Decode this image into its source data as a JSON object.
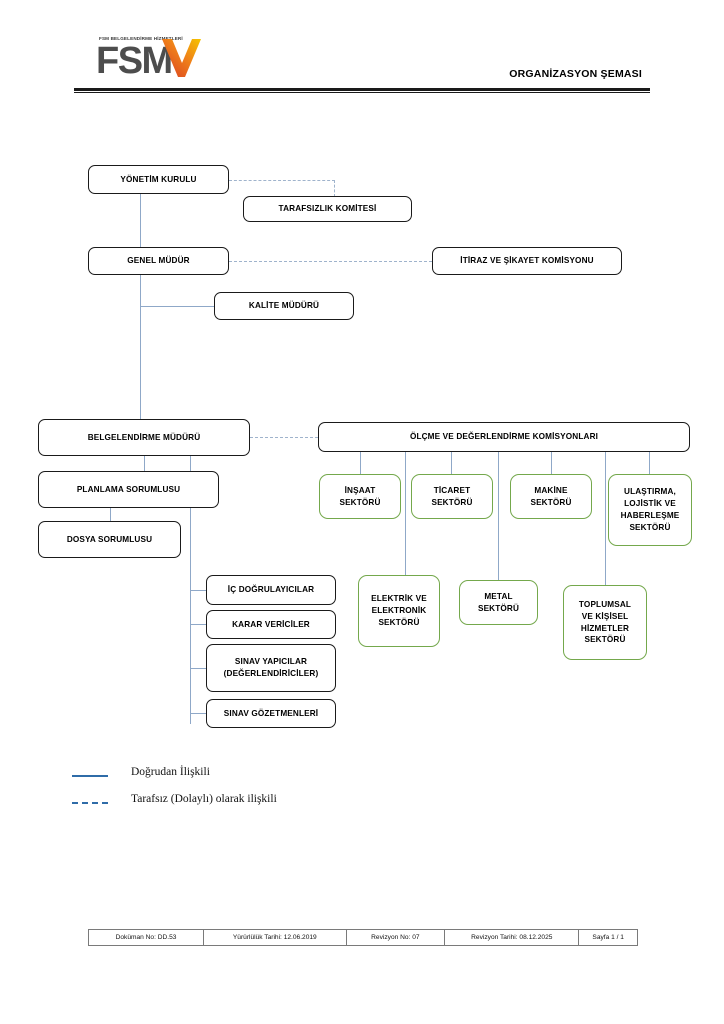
{
  "header": {
    "logo_tagline": "FSM BELGELENDİRME HİZMETLERİ",
    "logo_mark": "FSM",
    "title": "ORGANİZASYON ŞEMASI"
  },
  "chart": {
    "yonetim_kurulu": "YÖNETİM KURULU",
    "tarafsizlik_komitesi": "TARAFSIZLIK KOMİTESİ",
    "genel_mudur": "GENEL MÜDÜR",
    "itiraz_komisyonu": "İTİRAZ VE ŞİKAYET KOMİSYONU",
    "kalite_muduru": "KALİTE MÜDÜRÜ",
    "belgelendirme_muduru": "BELGELENDİRME MÜDÜRÜ",
    "planlama_sorumlusu": "PLANLAMA SORUMLUSU",
    "dosya_sorumlusu": "DOSYA SORUMLUSU",
    "olcme_komisyonlari": "ÖLÇME VE DEĞERLENDİRME KOMİSYONLARI",
    "roles": [
      "İÇ DOĞRULAYICILAR",
      "KARAR VERİCİLER",
      "SINAV YAPICILAR\n(DEĞERLENDİRİCİLER)",
      "SINAV GÖZETMENLERİ"
    ],
    "sectors_row1": [
      "İNŞAAT\nSEKTÖRÜ",
      "TİCARET\nSEKTÖRÜ",
      "MAKİNE\nSEKTÖRÜ",
      "ULAŞTIRMA,\nLOJİSTİK VE\nHABERLEŞME\nSEKTÖRÜ"
    ],
    "sectors_row2": [
      "ELEKTRİK VE\nELEKTRONİK\nSEKTÖRÜ",
      "METAL\nSEKTÖRÜ",
      "TOPLUMSAL\nVE KİŞİSEL\nHİZMETLER\nSEKTÖRÜ"
    ]
  },
  "legend": {
    "solid_label": "Doğrudan İlişkili",
    "dashed_label": "Tarafsız (Dolaylı) olarak ilişkili",
    "line_color": "#2f6ca8"
  },
  "footer": {
    "document_no": "Doküman No: DD.53",
    "effective_date": "Yürürlülük Tarihi: 12.06.2019",
    "revision_no": "Revizyon No: 07",
    "revision_date": "Revizyon Tarihi: 08.12.2025",
    "page": "Sayfa 1 / 1"
  },
  "colors": {
    "box_border": "#1a1a1a",
    "sector_border": "#74a84c",
    "connector": "#8fa8c8"
  }
}
